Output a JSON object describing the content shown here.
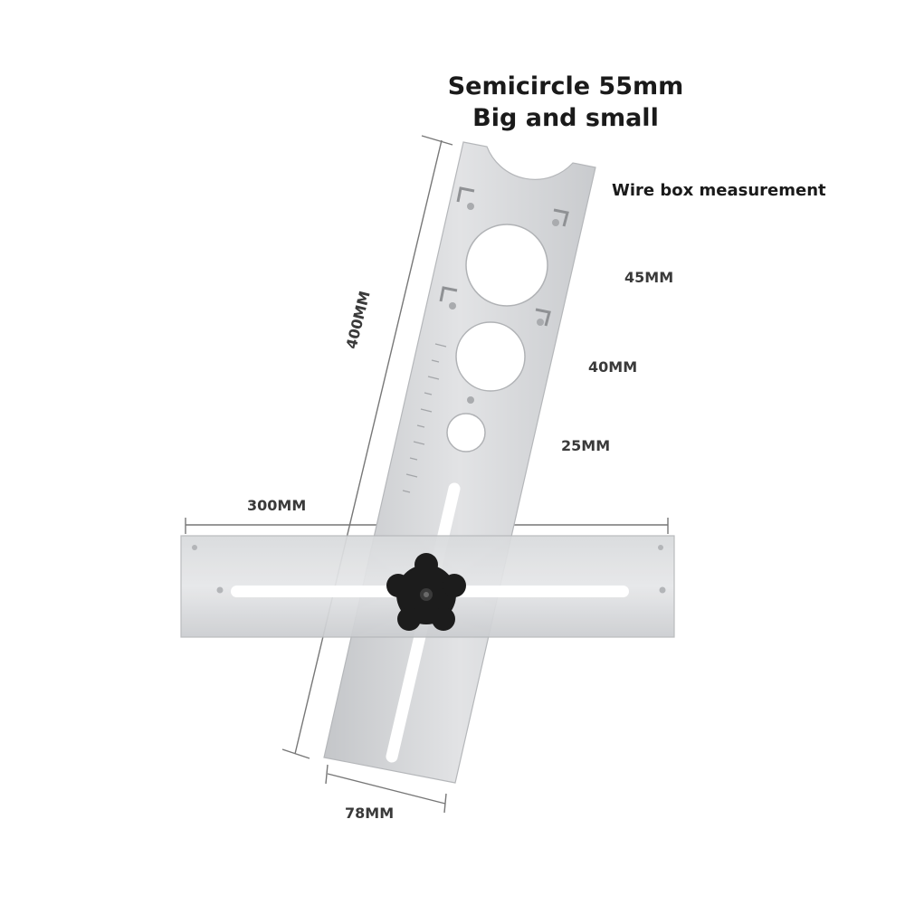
{
  "title": {
    "line1": "Semicircle 55mm",
    "line2": "Big and small"
  },
  "callouts": {
    "wire_box": "Wire box measurement",
    "hole_45": "45MM",
    "hole_40": "40MM",
    "hole_25": "25MM"
  },
  "dimensions": {
    "length": "400MM",
    "crossbar": "300MM",
    "width": "78MM"
  },
  "colors": {
    "steel": "#cfd1d4",
    "knob": "#1c1c1c",
    "text": "#1a1a1a"
  }
}
